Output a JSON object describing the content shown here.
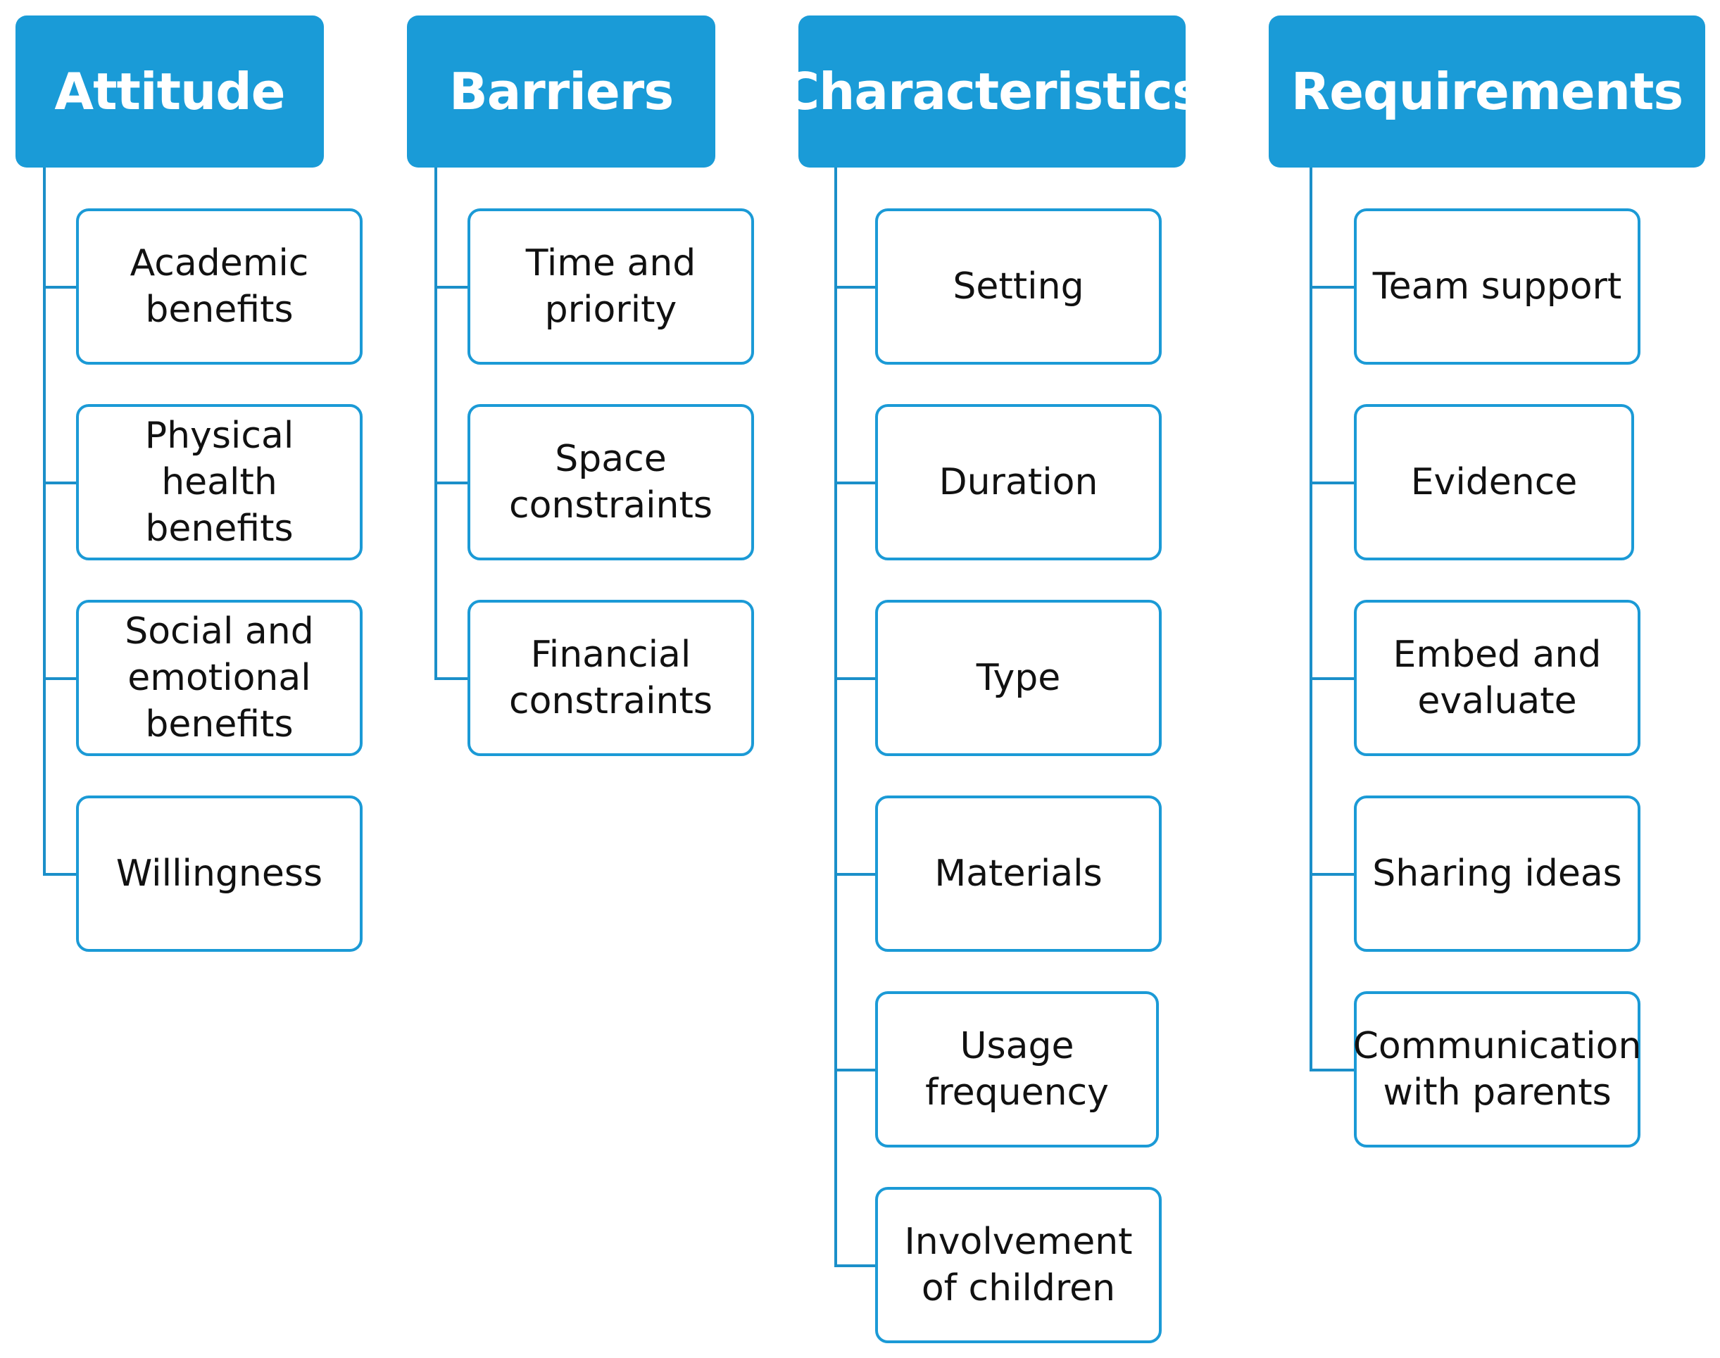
{
  "colors": {
    "header_fill": "#1a9bd7",
    "header_text": "#ffffff",
    "box_border": "#1b9ad6",
    "connector": "#1b8fc9",
    "item_text": "#111111"
  },
  "columns": [
    {
      "title": "Attitude",
      "items": [
        "Academic benefits",
        "Physical health benefits",
        "Social and emotional benefits",
        "Willingness"
      ]
    },
    {
      "title": "Barriers",
      "items": [
        "Time and priority",
        "Space constraints",
        "Financial constraints"
      ]
    },
    {
      "title": "Characteristics",
      "items": [
        "Setting",
        "Duration",
        "Type",
        "Materials",
        "Usage frequency",
        "Involvement of children"
      ]
    },
    {
      "title": "Requirements",
      "items": [
        "Team support",
        "Evidence",
        "Embed and evaluate",
        "Sharing ideas",
        "Communication with parents"
      ]
    }
  ]
}
